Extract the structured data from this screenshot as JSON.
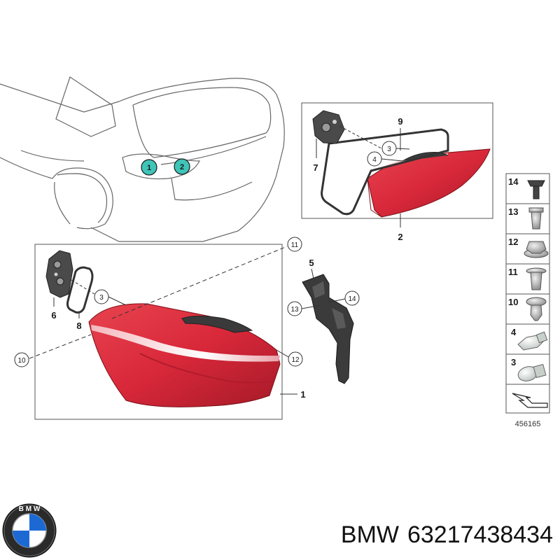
{
  "car_callouts": [
    "1",
    "2"
  ],
  "inset_top": {
    "labels": [
      "9",
      "3",
      "4",
      "7",
      "2"
    ]
  },
  "inset_bottom": {
    "labels": [
      "11",
      "3",
      "6",
      "8",
      "10",
      "12",
      "1"
    ]
  },
  "bracket": {
    "labels": [
      "5",
      "13",
      "14"
    ]
  },
  "parts_strip": {
    "items": [
      "14",
      "13",
      "12",
      "11",
      "10",
      "4",
      "3"
    ],
    "diagram_number": "456165"
  },
  "caption": {
    "brand": "BMW",
    "part_number": "63217438434"
  },
  "colors": {
    "lamp_red": "#d8283a",
    "lamp_dark_red": "#a61a28",
    "callout_fill": "#3fc4b8",
    "line": "#333333"
  }
}
